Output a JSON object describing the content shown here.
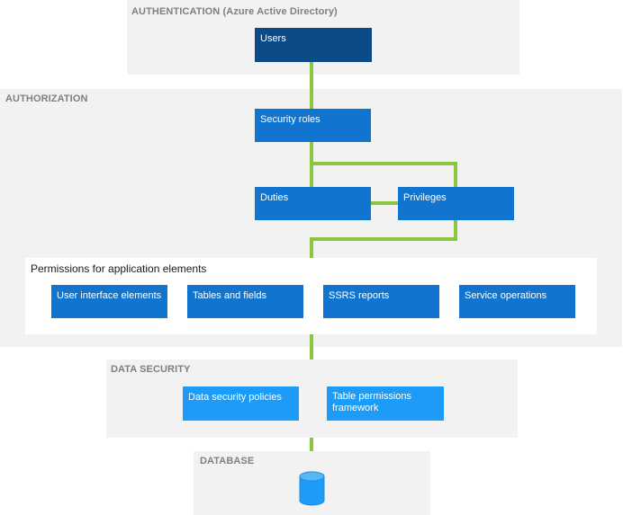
{
  "authentication": {
    "title": "AUTHENTICATION (Azure Active Directory)",
    "users_label": "Users"
  },
  "authorization": {
    "title": "AUTHORIZATION",
    "security_roles_label": "Security roles",
    "duties_label": "Duties",
    "privileges_label": "Privileges",
    "permissions": {
      "title": "Permissions for application elements",
      "items": [
        {
          "label": "User interface elements"
        },
        {
          "label": "Tables and fields"
        },
        {
          "label": "SSRS reports"
        },
        {
          "label": "Service operations"
        }
      ]
    }
  },
  "data_security": {
    "title": "DATA SECURITY",
    "policies_label": "Data security policies",
    "table_permissions_label": "Table permissions framework"
  },
  "database": {
    "title": "DATABASE",
    "icon": "database-icon"
  },
  "colors": {
    "connector": "#8cc63f",
    "dark_box": "#0b4a86",
    "mid_box": "#1175d0",
    "light_box": "#1c9cf6",
    "panel": "#f2f2f2",
    "panel_title": "#7f7f7f"
  }
}
